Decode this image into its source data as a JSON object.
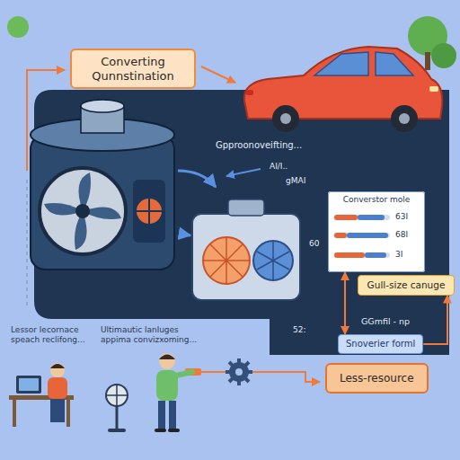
{
  "diagram": {
    "nodes": [
      {
        "text": [
          "Converting Qunnstination"
        ]
      },
      {
        "text": [
          "Converstor mole"
        ]
      },
      {
        "text": [
          "Gull-size canuge"
        ]
      },
      {
        "text": [
          "Snoverier forml"
        ]
      },
      {
        "text": [
          "Less-resource"
        ]
      }
    ],
    "edges": [
      {
        "from": 1,
        "to": 3,
        "arrow": "both"
      },
      {
        "from": 3,
        "to": 2,
        "arrow": "to"
      }
    ],
    "labels": [
      "Gpproonoveifting...",
      "AI/I..",
      "gMAI",
      "63I",
      "68I",
      "3I",
      "60",
      "GGmfil - np",
      "Lessor lecornace speach reclifong...",
      "Ultimautic lanluges appima convizxoming...",
      "52:"
    ]
  }
}
